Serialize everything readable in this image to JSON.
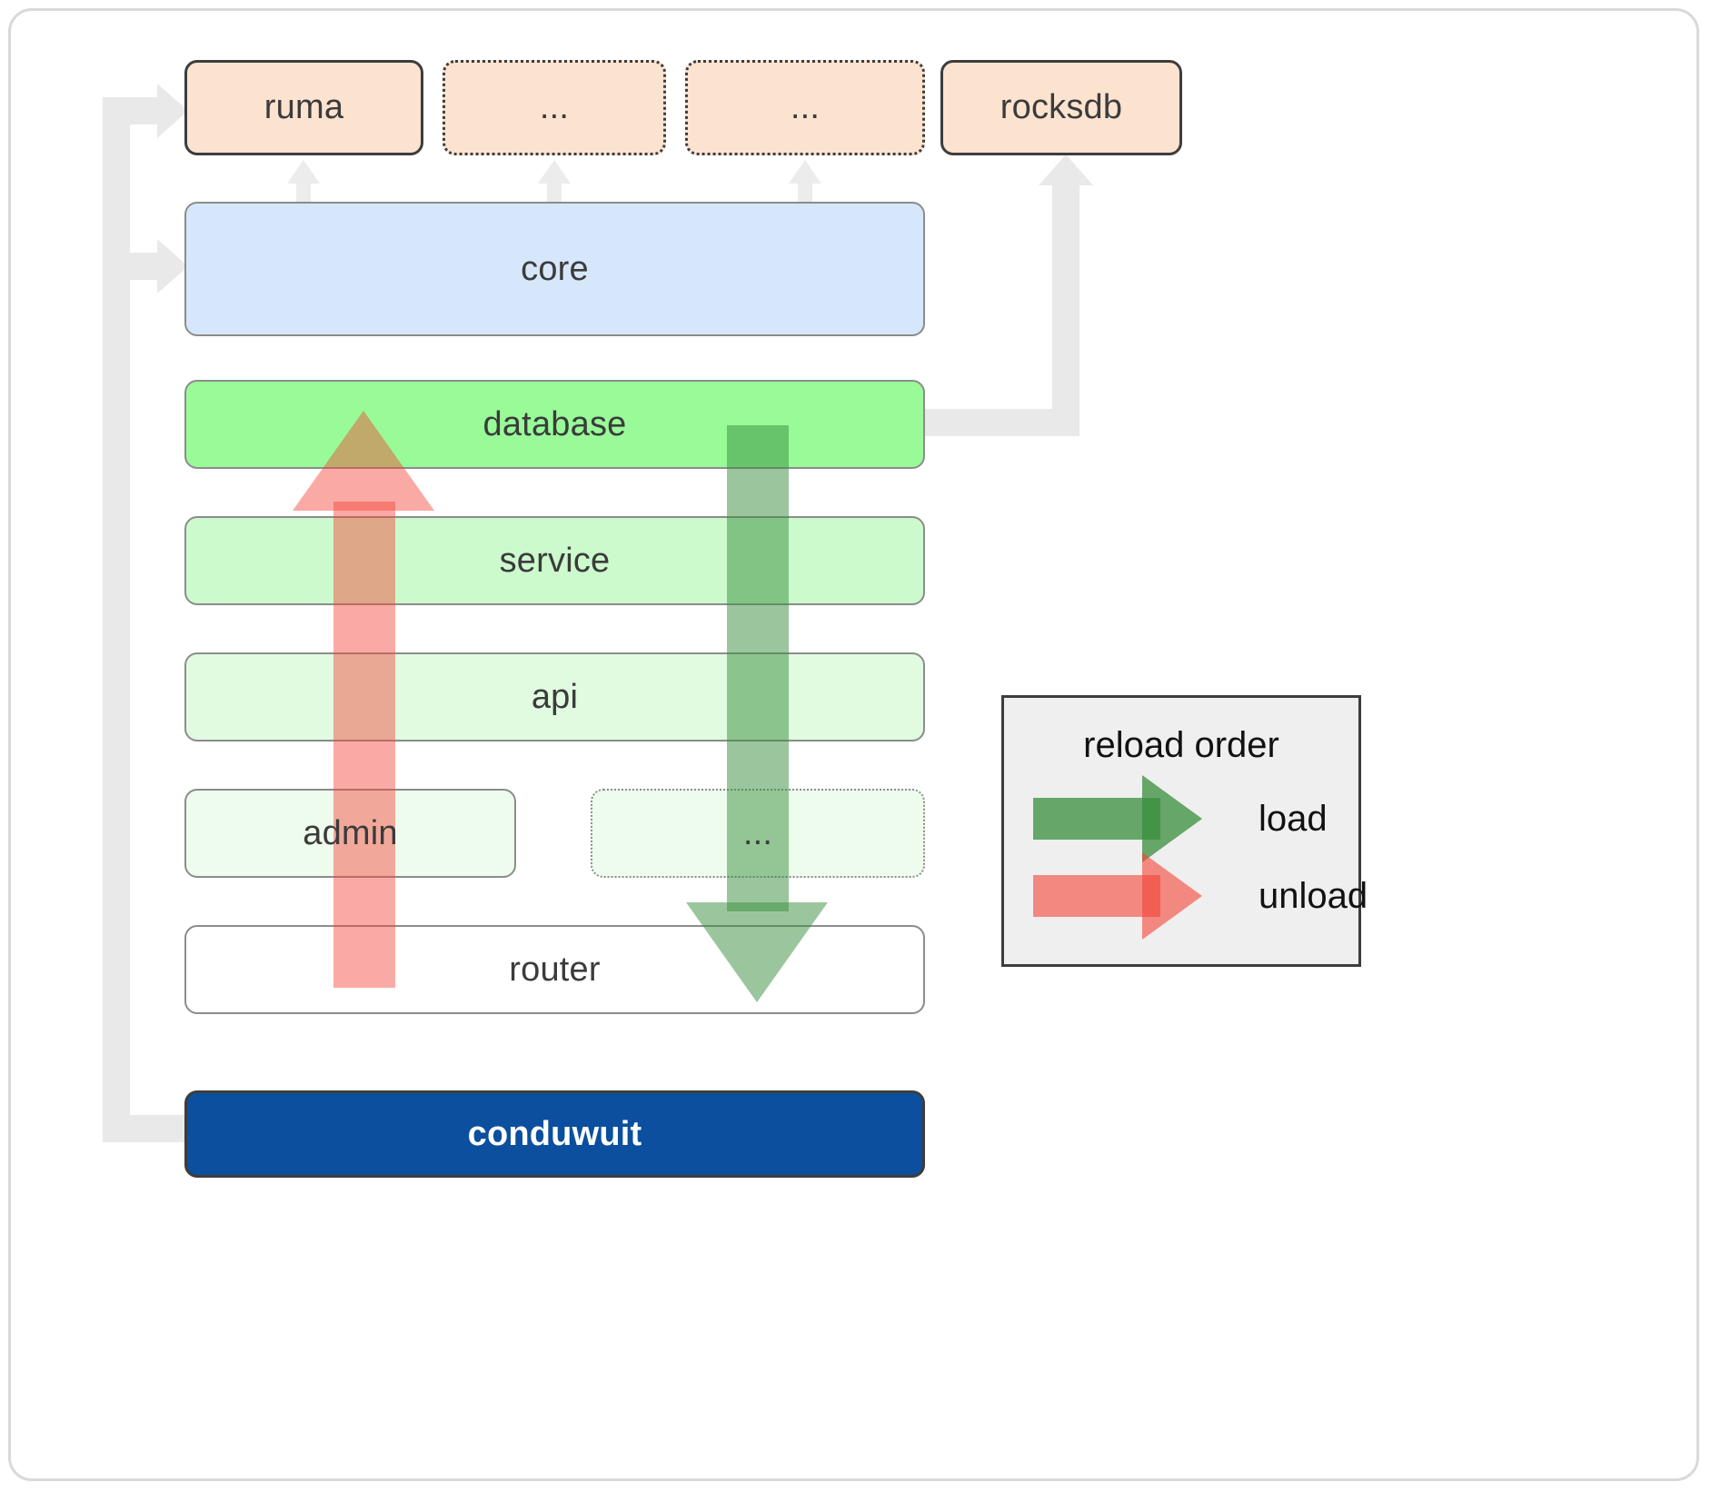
{
  "diagram": {
    "title": "conduwuit crate layering / reload order",
    "colors": {
      "dependency_box": "#FCE3D0",
      "core_box": "#D6E7FB",
      "database_box": "#98FB98",
      "service_box": "#CCFACC",
      "api_box": "#E0FBE0",
      "admin_box": "#EEFCEE",
      "router_box": "#FFFFFF",
      "conduwuit_box": "#0B4F9E",
      "connector": "#E9E9E9",
      "load_arrow": "#388E3C",
      "unload_arrow": "#F44336",
      "legend_bg": "#EFEFEF"
    },
    "external_row": [
      {
        "label": "ruma",
        "style": "solid"
      },
      {
        "label": "...",
        "style": "dotted"
      },
      {
        "label": "...",
        "style": "dotted"
      },
      {
        "label": "rocksdb",
        "style": "solid"
      }
    ],
    "layers": [
      {
        "label": "core",
        "style": "solid"
      },
      {
        "label": "database",
        "style": "solid"
      },
      {
        "label": "service",
        "style": "solid"
      },
      {
        "label": "api",
        "style": "solid"
      },
      {
        "label": "admin",
        "style": "solid"
      },
      {
        "label": "...",
        "style": "dotted"
      },
      {
        "label": "router",
        "style": "solid"
      },
      {
        "label": "conduwuit",
        "style": "solid"
      }
    ],
    "legend": {
      "title": "reload order",
      "entries": [
        {
          "label": "load",
          "direction": "down"
        },
        {
          "label": "unload",
          "direction": "up"
        }
      ]
    }
  }
}
